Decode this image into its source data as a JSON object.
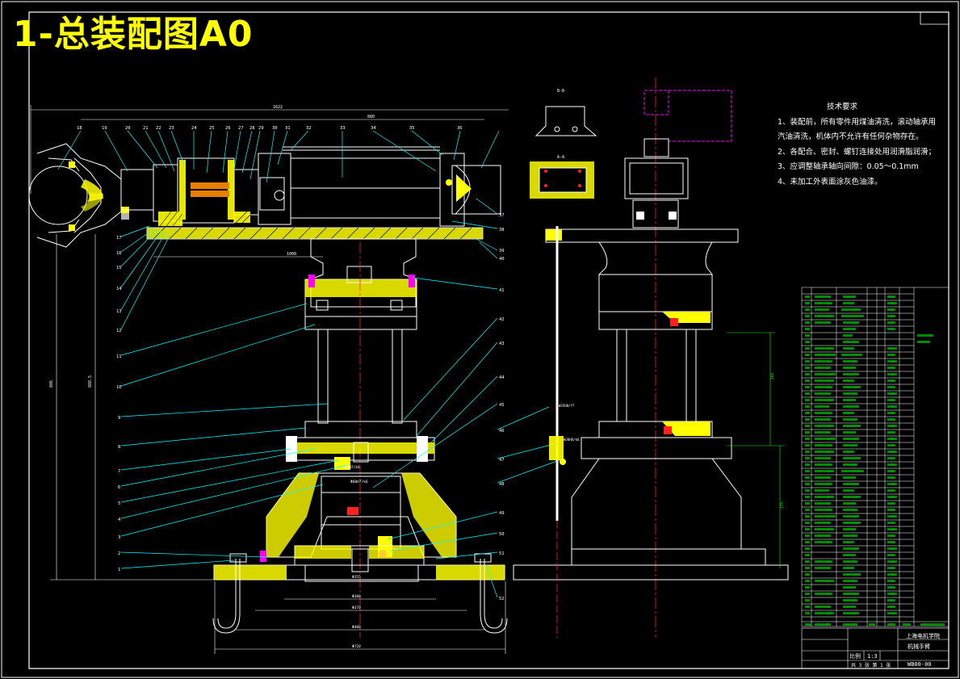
{
  "title": "1-总装配图A0",
  "colors": {
    "background": "#000000",
    "title": "#ffff00",
    "part": "#ffffff",
    "leader": "#00ffff",
    "hatch": "#ffff00",
    "dimension": "#00ff00",
    "centerline": "#ff2020",
    "bolt": "#ff00ff"
  },
  "technical_requirements": {
    "heading": "技术要求",
    "items": [
      "1、装配前，所有零件用煤油清洗，滚动轴承用",
      "汽油清洗，机体内不允许有任何杂物存在。",
      "2、各配合、密封、螺钉连接处用润滑脂润滑；",
      "3、应调整轴承轴向间隙：0.05～0.1mm",
      "4、未加工外表面涂灰色油漆。"
    ]
  },
  "balloons_left": [
    "17",
    "16",
    "15",
    "14",
    "13",
    "12",
    "11",
    "10",
    "9",
    "8",
    "7",
    "6",
    "5",
    "4",
    "3",
    "2",
    "1"
  ],
  "balloons_top": [
    "18",
    "19",
    "20",
    "21",
    "22",
    "23",
    "24",
    "25",
    "26",
    "27",
    "28",
    "29",
    "30",
    "31",
    "32",
    "33",
    "34",
    "35",
    "36"
  ],
  "balloons_right": [
    "37",
    "38",
    "39",
    "40",
    "41",
    "42",
    "43",
    "44",
    "45",
    "46",
    "47",
    "48",
    "49",
    "50",
    "51",
    "52"
  ],
  "section_labels": [
    "B-B",
    "A-A"
  ],
  "title_block": {
    "school": "上海电机学院",
    "drawing_name": "机械手臂",
    "scale_label": "比例",
    "scale": "1:3",
    "drawing_no": "WB00-00",
    "sheet_info": "共 3 张  第 1 张"
  }
}
